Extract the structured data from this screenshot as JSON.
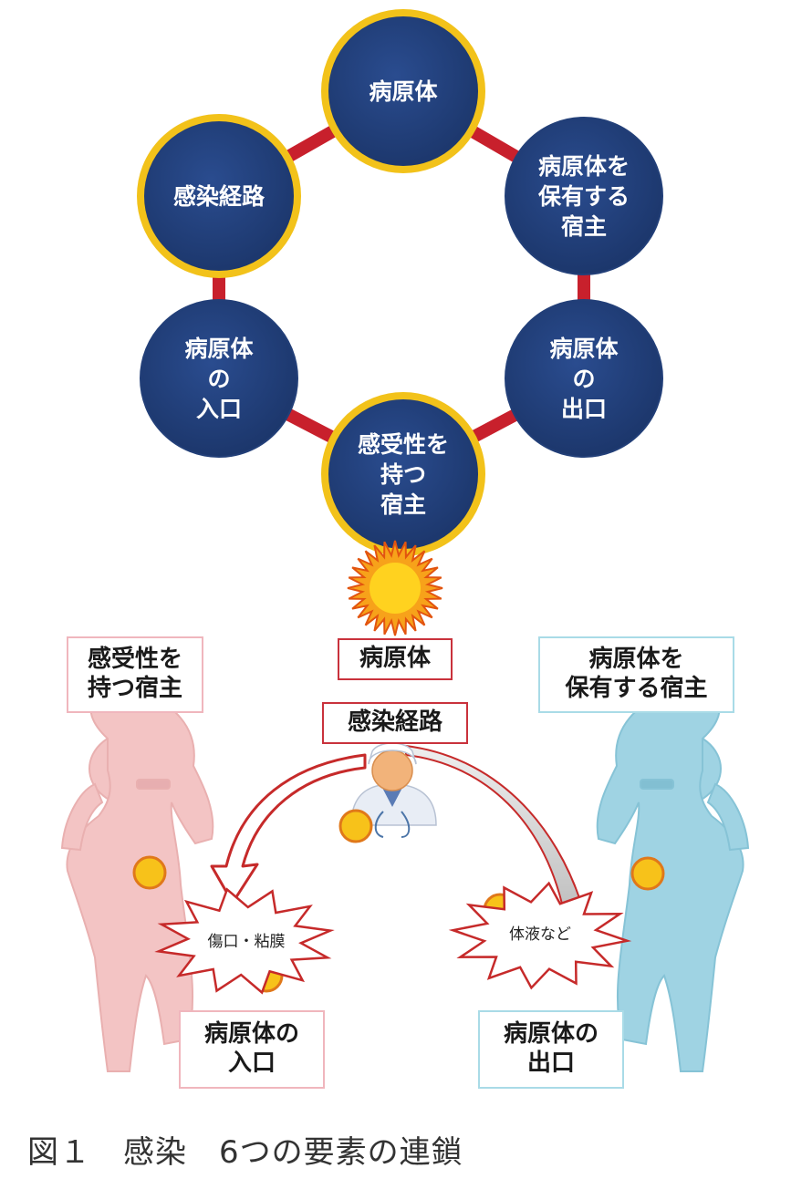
{
  "cycle": {
    "nodes": [
      {
        "id": "pathogen",
        "lines": [
          "病原体"
        ],
        "highlight": true
      },
      {
        "id": "reservoir-host",
        "lines": [
          "病原体を",
          "保有する",
          "宿主"
        ],
        "highlight": false
      },
      {
        "id": "exit-portal",
        "lines": [
          "病原体",
          "の",
          "出口"
        ],
        "highlight": false
      },
      {
        "id": "susceptible-host",
        "lines": [
          "感受性を",
          "持つ",
          "宿主"
        ],
        "highlight": true
      },
      {
        "id": "entry-portal",
        "lines": [
          "病原体",
          "の",
          "入口"
        ],
        "highlight": false
      },
      {
        "id": "transmission-route",
        "lines": [
          "感染経路"
        ],
        "highlight": true
      }
    ]
  },
  "illustration": {
    "labels": {
      "susceptible_host": [
        "感受性を",
        "持つ宿主"
      ],
      "pathogen": "病原体",
      "transmission_route": "感染経路",
      "reservoir_host": [
        "病原体を",
        "保有する宿主"
      ],
      "entry_portal": [
        "病原体の",
        "入口"
      ],
      "exit_portal": [
        "病原体の",
        "出口"
      ]
    },
    "bursts": {
      "left": "傷口・粘膜",
      "right": "体液など"
    }
  },
  "caption": "図１　感染　6つの要素の連鎖",
  "colors": {
    "node_fill": "#1f3d78",
    "node_ring": "#f2c21a",
    "chain_line": "#c8202c",
    "susceptible_figure": "#f3c4c4",
    "reservoir_figure": "#9fd3e3",
    "arrow_red": "#c62a2a",
    "arrow_gray": "#cfcfcf"
  }
}
